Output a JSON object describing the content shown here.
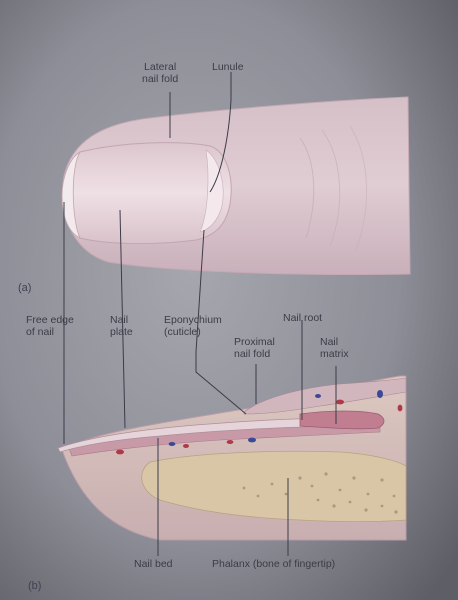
{
  "labels": {
    "lateral_nail_fold": [
      "Lateral",
      "nail fold"
    ],
    "lunule": "Lunule",
    "free_edge": [
      "Free edge",
      "of nail"
    ],
    "nail_plate": [
      "Nail",
      "plate"
    ],
    "eponychium": [
      "Eponychium",
      "(cuticle)"
    ],
    "nail_root": "Nail root",
    "proximal_nail_fold": [
      "Proximal",
      "nail fold"
    ],
    "nail_matrix": [
      "Nail",
      "matrix"
    ],
    "nail_bed": "Nail bed",
    "phalanx": "Phalanx (bone of fingertip)"
  },
  "panels": {
    "a": "(a)",
    "b": "(b)"
  },
  "colors": {
    "paper": "#8e8e98",
    "skin": "#d9c4cc",
    "nail": "#ecdbe1",
    "bone": "#d8c6a6",
    "bed": "#c89aa8",
    "vessel_red": "#b03848",
    "vessel_blue": "#3a4a98"
  }
}
